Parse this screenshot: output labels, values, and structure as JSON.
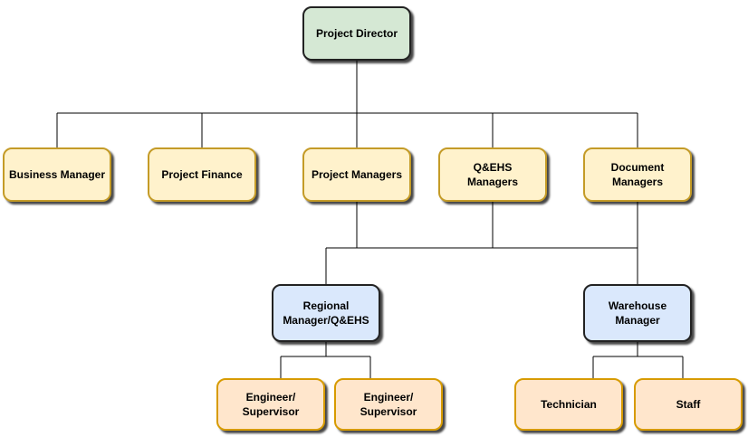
{
  "chart": {
    "type": "org-chart",
    "palette": {
      "background": "#ffffff",
      "connector": "#000000",
      "director_fill": "#d5e8d4",
      "director_border": "#222222",
      "manager_fill": "#fff2cc",
      "manager_border": "#c49b27",
      "lead_fill": "#dae8fc",
      "lead_border": "#222222",
      "worker_fill": "#ffe6cc",
      "worker_border": "#d79b00"
    },
    "nodes": {
      "project_director": {
        "label": "Project Director",
        "role": "director"
      },
      "business_manager": {
        "label": "Business Manager",
        "role": "manager"
      },
      "project_finance": {
        "label": "Project Finance",
        "role": "manager"
      },
      "project_managers": {
        "label": "Project Managers",
        "role": "manager"
      },
      "qehs_managers": {
        "label": "Q&EHS\nManagers",
        "role": "manager"
      },
      "document_managers": {
        "label": "Document\nManagers",
        "role": "manager"
      },
      "regional_manager_qehs": {
        "label": "Regional\nManager/Q&EHS",
        "role": "lead"
      },
      "warehouse_manager": {
        "label": "Warehouse\nManager",
        "role": "lead"
      },
      "engineer_supervisor_1": {
        "label": "Engineer/\nSupervisor",
        "role": "worker"
      },
      "engineer_supervisor_2": {
        "label": "Engineer/\nSupervisor",
        "role": "worker"
      },
      "technician": {
        "label": "Technician",
        "role": "worker"
      },
      "staff": {
        "label": "Staff",
        "role": "worker"
      }
    },
    "edges": [
      {
        "from": "project_director",
        "to": "business_manager"
      },
      {
        "from": "project_director",
        "to": "project_finance"
      },
      {
        "from": "project_director",
        "to": "project_managers"
      },
      {
        "from": "project_director",
        "to": "qehs_managers"
      },
      {
        "from": "project_director",
        "to": "document_managers"
      },
      {
        "from": "project_managers",
        "to": "regional_manager_qehs"
      },
      {
        "from": "qehs_managers",
        "to": "regional_manager_qehs"
      },
      {
        "from": "document_managers",
        "to": "warehouse_manager"
      },
      {
        "from": "regional_manager_qehs",
        "to": "engineer_supervisor_1"
      },
      {
        "from": "regional_manager_qehs",
        "to": "engineer_supervisor_2"
      },
      {
        "from": "warehouse_manager",
        "to": "technician"
      },
      {
        "from": "warehouse_manager",
        "to": "staff"
      }
    ]
  }
}
